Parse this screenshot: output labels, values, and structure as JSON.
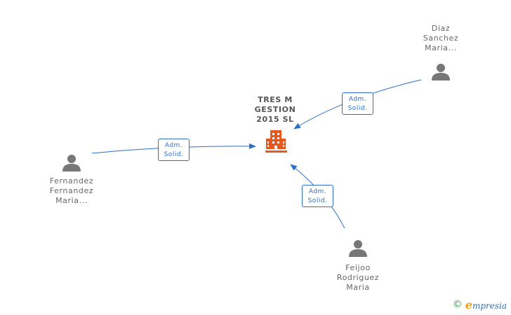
{
  "company": {
    "lines": [
      "TRES M",
      "GESTION",
      "2015 SL"
    ],
    "color": "#e8571e"
  },
  "people": {
    "diaz": [
      "Diaz",
      "Sanchez",
      "Maria..."
    ],
    "fernandez": [
      "Fernandez",
      "Fernandez",
      "Maria..."
    ],
    "feijoo": [
      "Feijoo",
      "Rodriguez",
      "Maria"
    ]
  },
  "relations": {
    "diaz": [
      "Adm.",
      "Solid."
    ],
    "fernandez": [
      "Adm.",
      "Solid."
    ],
    "feijoo": [
      "Adm.",
      "Solid."
    ]
  },
  "colors": {
    "edge": "#2c6fc9",
    "person": "#777777"
  },
  "footer": {
    "copyright": "©",
    "brand_initial": "e",
    "brand_rest": "mpresia"
  }
}
